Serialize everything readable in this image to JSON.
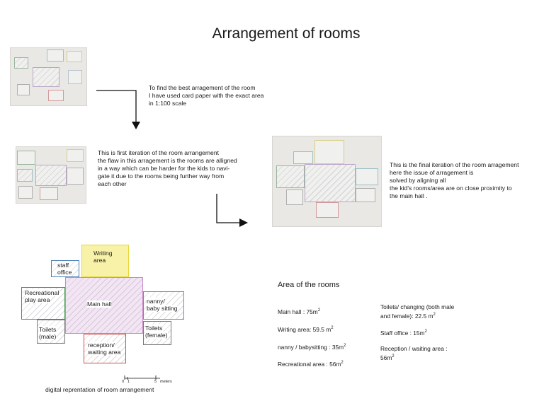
{
  "title": "Arrangement of rooms",
  "notes": {
    "intro": "To find the best arragement of the room\nI have used card paper with the exact area\nin 1:100 scale",
    "first": "This is  first iteration of the room arrangement\nthe flaw in this arragement is the rooms are alligned\nin a way which can be harder for the kids to navi-\ngate it due to the rooms being further way from\neach other",
    "final": "This is the final iteration of the room arragement\nhere the issue of arragement is\nsolved by aligning all\nthe kid's rooms/area are on close proximity to\nthe main hall ."
  },
  "plan": {
    "rooms": {
      "writing": "Writing\narea",
      "staff": "staff\noffice",
      "recreational": "Recreational\nplay area",
      "main_hall": "Main hall",
      "nanny": "nanny/\nbaby sitting",
      "toilets_male": "Toilets\n(male)",
      "toilets_female": "Toilets\n(female)",
      "reception": "reception/\nwaiting area"
    },
    "colors": {
      "writing": "#e8d636",
      "staff": "#4a7fb5",
      "recreational": "#3f9a4a",
      "main_hall": "#c78ac8",
      "nanny": "#5a8fc0",
      "toilets_male": "#777777",
      "toilets_female": "#777777",
      "reception": "#d24a4a"
    },
    "scale_labels": [
      "0",
      "1",
      "5",
      "meters"
    ],
    "caption": "digital reprentation of room arrangement"
  },
  "areas": {
    "heading": "Area of the rooms",
    "main_hall": "Main hall : 75m",
    "writing": "Writing area: 59.5 m",
    "nanny": "nanny / babysitting : 35m",
    "recreational": "Recreational area : 56m",
    "toilets": "Toilets/ changing (both male\nand female):  22.5 m",
    "staff": "Staff office : 15m",
    "reception": "Reception / waiting area :\n56m"
  }
}
